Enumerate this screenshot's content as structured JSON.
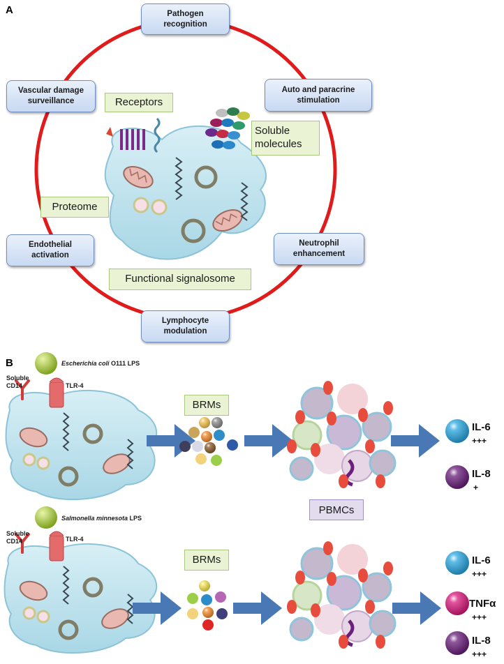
{
  "panel_a": {
    "letter": "A",
    "functions": {
      "pathogen": "Pathogen\nrecognition",
      "auto_paracrine": "Auto and paracrine\nstimulation",
      "neutrophil": "Neutrophil\nenhancement",
      "lymphocyte": "Lymphocyte\nmodulation",
      "endothelial": "Endothelial\nactivation",
      "vascular": "Vascular damage\nsurveillance"
    },
    "components": {
      "receptors": "Receptors",
      "soluble": "Soluble\nmolecules",
      "proteome": "Proteome",
      "signalosome": "Functional signalosome"
    }
  },
  "panel_b": {
    "letter": "B",
    "pbmcs_label": "PBMCs",
    "top": {
      "lps_species": "Escherichia coli",
      "lps_suffix": " O111 LPS",
      "soluble_cd14": "Soluble\nCD14",
      "tlr4": "TLR-4",
      "brms": "BRMs",
      "cytokines": [
        {
          "name": "IL-6",
          "level": "+++",
          "color": "#29a6e0"
        },
        {
          "name": "IL-8",
          "level": "+",
          "color": "#6a1f7a"
        }
      ]
    },
    "bottom": {
      "lps_species": "Salmonella minnesota",
      "lps_suffix": " LPS",
      "soluble_cd14": "Soluble\nCD14",
      "tlr4": "TLR-4",
      "brms": "BRMs",
      "cytokines": [
        {
          "name": "IL-6",
          "level": "+++",
          "color": "#29a6e0"
        },
        {
          "name": "TNFα",
          "level": "+++",
          "color": "#d81b7c"
        },
        {
          "name": "IL-8",
          "level": "+++",
          "color": "#6a1f7a"
        }
      ]
    }
  },
  "colors": {
    "circle": "#e01b1b",
    "arrow": "#4a78b5",
    "platelet": "#bfe3ee",
    "lps_ball": "#a5c93a",
    "tlr4": "#e46b6b"
  }
}
